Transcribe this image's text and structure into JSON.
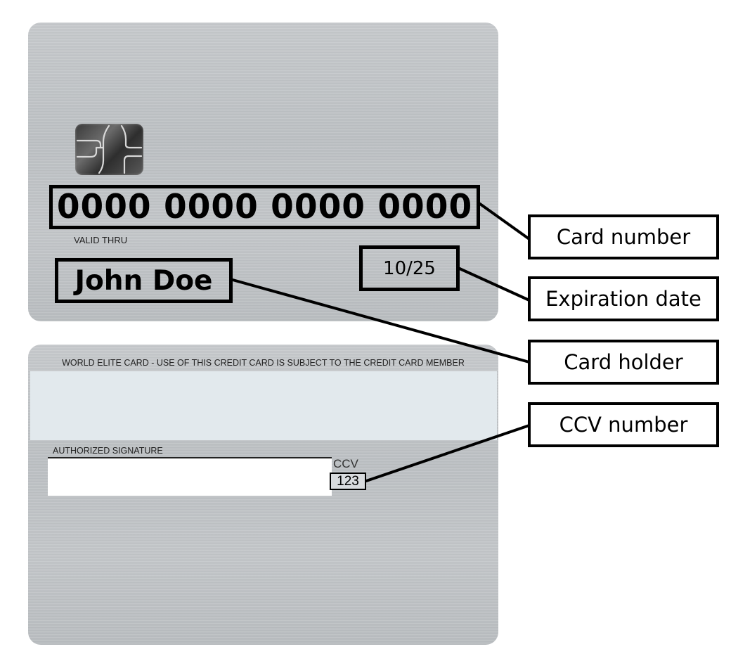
{
  "card_front": {
    "card_number": "0000 0000 0000 0000",
    "valid_thru_label": "VALID THRU",
    "expiry": "10/25",
    "holder_name": "John Doe"
  },
  "card_back": {
    "strip_text": "WORLD ELITE CARD - USE OF THIS CREDIT CARD IS SUBJECT TO THE CREDIT CARD MEMBER",
    "signature_label": "AUTHORIZED SIGNATURE",
    "ccv_label": "CCV",
    "ccv_value": "123"
  },
  "callouts": {
    "card_number": "Card number",
    "expiration_date": "Expiration date",
    "card_holder": "Card holder",
    "ccv_number": "CCV number"
  },
  "icons": {
    "chip": "emv-chip-icon"
  }
}
